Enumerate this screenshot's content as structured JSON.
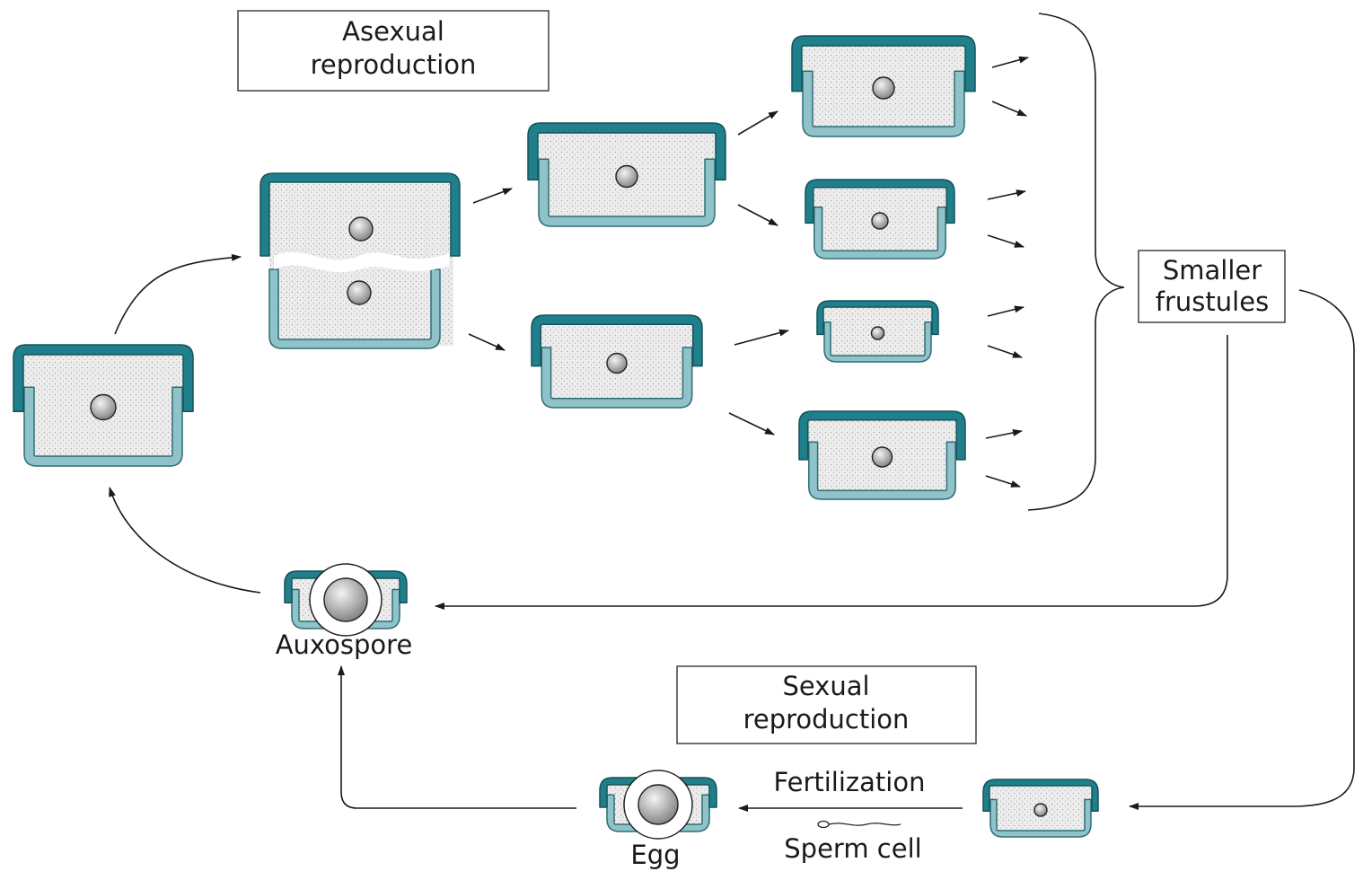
{
  "labels": {
    "asexual_line1": "Asexual",
    "asexual_line2": "reproduction",
    "smaller_line1": "Smaller",
    "smaller_line2": "frustules",
    "auxospore": "Auxospore",
    "sexual_line1": "Sexual",
    "sexual_line2": "reproduction",
    "fertilization": "Fertilization",
    "sperm_cell": "Sperm cell",
    "egg": "Egg"
  },
  "colors": {
    "epitheca": "#1f7f8a",
    "hypotheca": "#8fc3c9",
    "cytoplasm": "#e8e8e8",
    "arrow": "#1a1a1a"
  }
}
